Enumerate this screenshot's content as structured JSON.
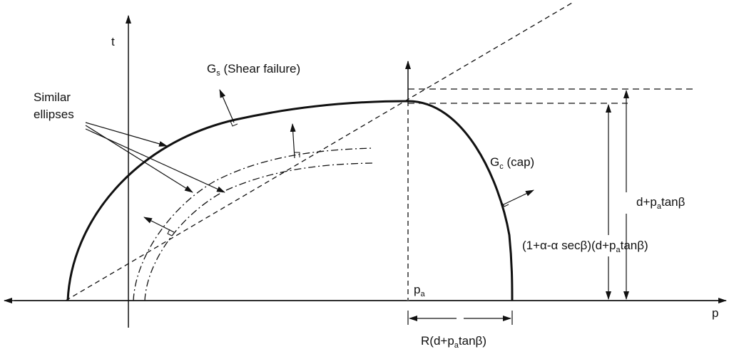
{
  "axes": {
    "vertical_label": "t",
    "horizontal_label": "p"
  },
  "labels": {
    "similar_ellipses": [
      "Similar",
      "ellipses"
    ],
    "shear_failure": {
      "main": "G",
      "sub": "s",
      "rest": " (Shear failure)"
    },
    "cap": {
      "main": "G",
      "sub": "c",
      "rest": " (cap)"
    },
    "pa": {
      "main": "p",
      "sub": "a"
    },
    "d_pa_tan": {
      "pre": "d+p",
      "sub": "a",
      "post": "tanβ"
    },
    "alpha_expr": {
      "pre": "(1+α-α secβ)(d+p",
      "sub": "a",
      "post": "tanβ)"
    },
    "r_expr": {
      "pre": "R(d+p",
      "sub": "a",
      "post": "tanβ)"
    }
  },
  "colors": {
    "ink": "#111111"
  }
}
